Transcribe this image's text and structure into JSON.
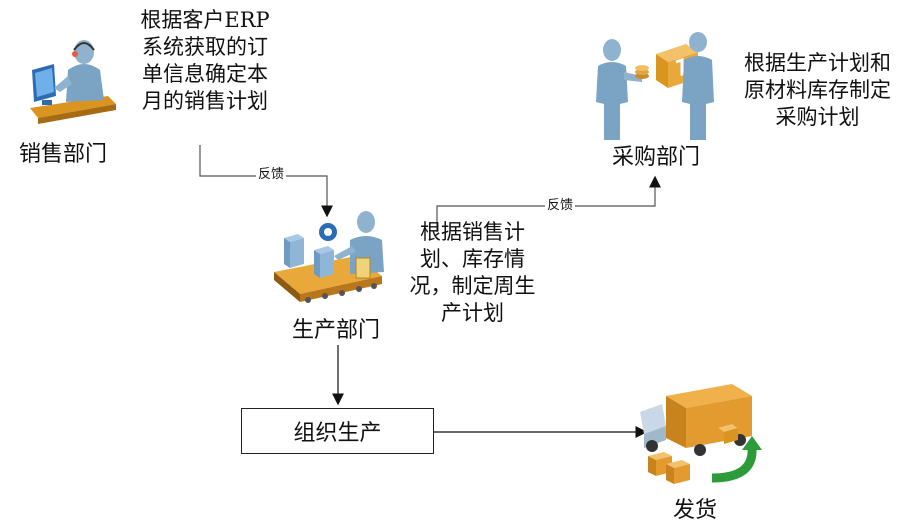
{
  "sales": {
    "label": "销售部门",
    "note_lines": [
      "根据客户ERP",
      "系统获取的订",
      "单信息确定本",
      "月的销售计划"
    ]
  },
  "purchasing": {
    "label": "采购部门",
    "note_lines": [
      "根据生产计划和",
      "原材料库存制定",
      "采购计划"
    ]
  },
  "production": {
    "label": "生产部门",
    "note_lines": [
      "根据销售计",
      "划、库存情",
      "况，制定周生",
      "产计划"
    ]
  },
  "feedback_label_1": "反馈",
  "feedback_label_2": "反馈",
  "organize_box": "组织生产",
  "shipping": {
    "label": "发货"
  }
}
